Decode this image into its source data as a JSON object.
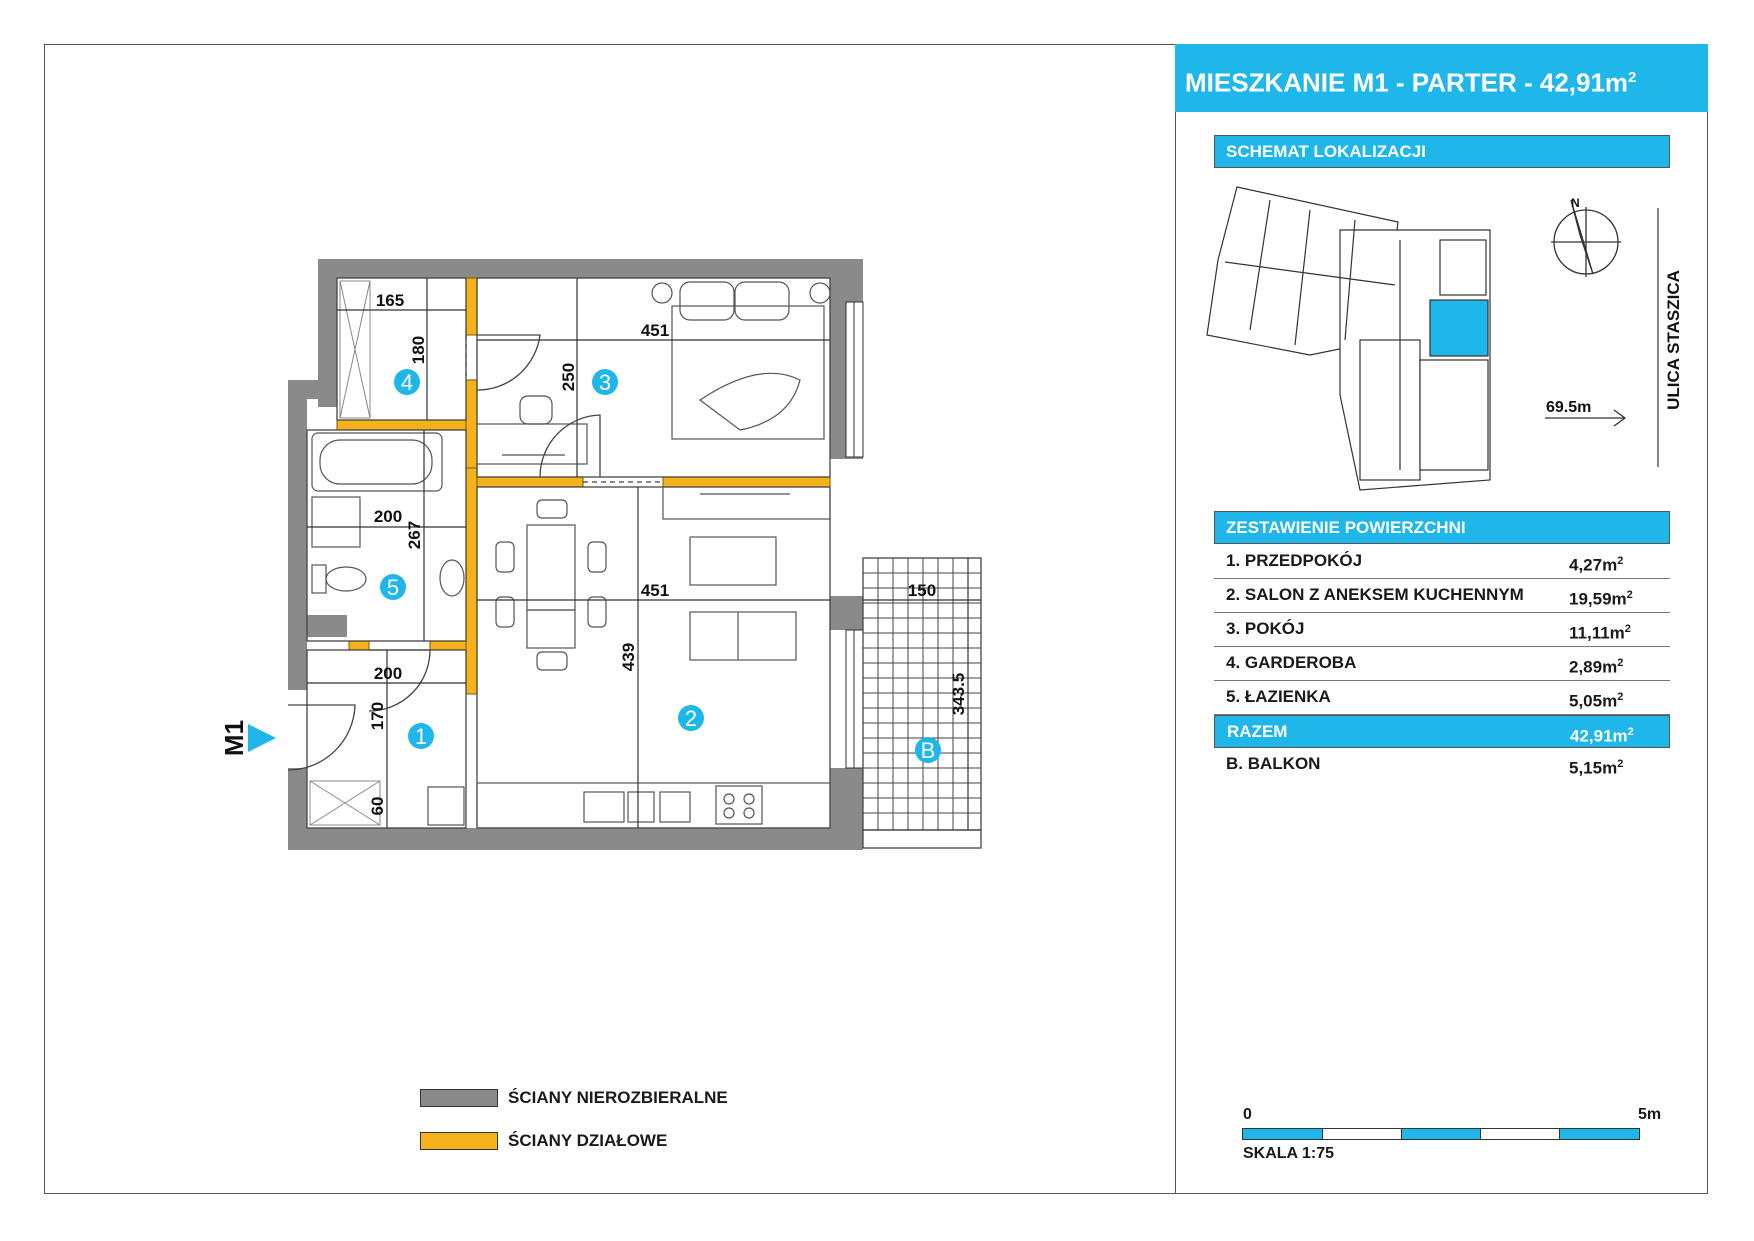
{
  "header": {
    "title_main": "MIESZKANIE M1 - PARTER - 42,91m",
    "title_sup": "2"
  },
  "location": {
    "heading": "SCHEMAT LOKALIZACJI",
    "distance": "69.5m",
    "street": "ULICA STASZICA",
    "north": "N"
  },
  "areas": {
    "heading": "ZESTAWIENIE POWIERZCHNI",
    "rows": [
      {
        "name": "1. PRZEDPOKÓJ",
        "value": "4,27m",
        "unit_sup": "2"
      },
      {
        "name": "2. SALON Z ANEKSEM KUCHENNYM",
        "value": "19,59m",
        "unit_sup": "2"
      },
      {
        "name": "3. POKÓJ",
        "value": "11,11m",
        "unit_sup": "2"
      },
      {
        "name": "4. GARDEROBA",
        "value": "2,89m",
        "unit_sup": "2"
      },
      {
        "name": "5. ŁAZIENKA",
        "value": "5,05m",
        "unit_sup": "2"
      }
    ],
    "total": {
      "name": "RAZEM",
      "value": "42,91m",
      "unit_sup": "2"
    },
    "balcony": {
      "name": "B. BALKON",
      "value": "5,15m",
      "unit_sup": "2"
    }
  },
  "scale": {
    "start": "0",
    "end": "5m",
    "label": "SKALA 1:75"
  },
  "legend": {
    "load_walls": "ŚCIANY NIEROZBIERALNE",
    "partition_walls": "ŚCIANY DZIAŁOWE",
    "load_color": "#8a8a8a",
    "partition_color": "#f5b21b"
  },
  "plan": {
    "entrance_label": "M1",
    "rooms": [
      "1",
      "2",
      "3",
      "4",
      "5",
      "B"
    ],
    "dimensions": [
      "165",
      "180",
      "451",
      "250",
      "200",
      "267",
      "451",
      "439",
      "150",
      "343.5",
      "200",
      "170",
      "60"
    ],
    "accent_color": "#1fb6ea"
  }
}
